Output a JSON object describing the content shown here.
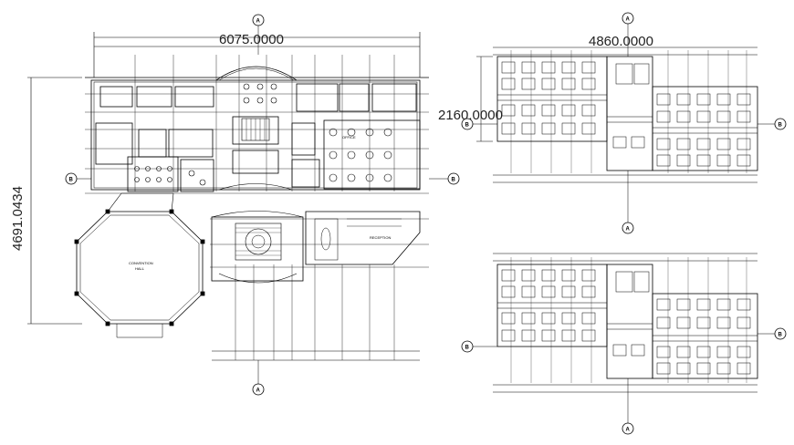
{
  "drawing": {
    "site_plan": {
      "width_dimension": "6075.0000",
      "height_dimension": "4691.0434",
      "convention_hall_label_1": "CONVENTION",
      "convention_hall_label_2": "HALL",
      "office_label": "OFFICE",
      "reception_label": "RECEPTION",
      "section_marker_a": "A",
      "section_marker_b": "B"
    },
    "typical_floor_plan": {
      "width_dimension": "4860.0000",
      "height_dimension": "2160.0000",
      "section_marker_a": "A",
      "section_marker_b": "B"
    },
    "upper_floor_plan": {
      "section_marker_a": "A",
      "section_marker_b": "B"
    },
    "line_color": "#000000",
    "dimension_color": "#222222",
    "background_color": "#ffffff"
  }
}
